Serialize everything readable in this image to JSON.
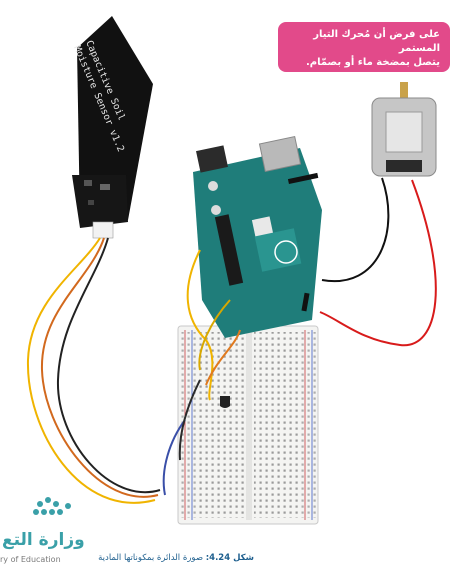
{
  "callout": {
    "line1": "على فرض أن مُحرك التيار المستمر",
    "line2": "يتصل بمضخة ماء أو بصمّام."
  },
  "sensor": {
    "line1": "Capacitive Soil",
    "line2": "Moisture Sensor v1.2"
  },
  "caption": {
    "label": "شكل 4.24:",
    "text": "صورة الدائرة بمكوناتها المادية"
  },
  "logo": {
    "arabic": "وزارة التع",
    "english": "ry of Education"
  },
  "colors": {
    "callout_bg": "#e24a8a",
    "board": "#1f7d7a",
    "caption": "#1e5f8e"
  }
}
